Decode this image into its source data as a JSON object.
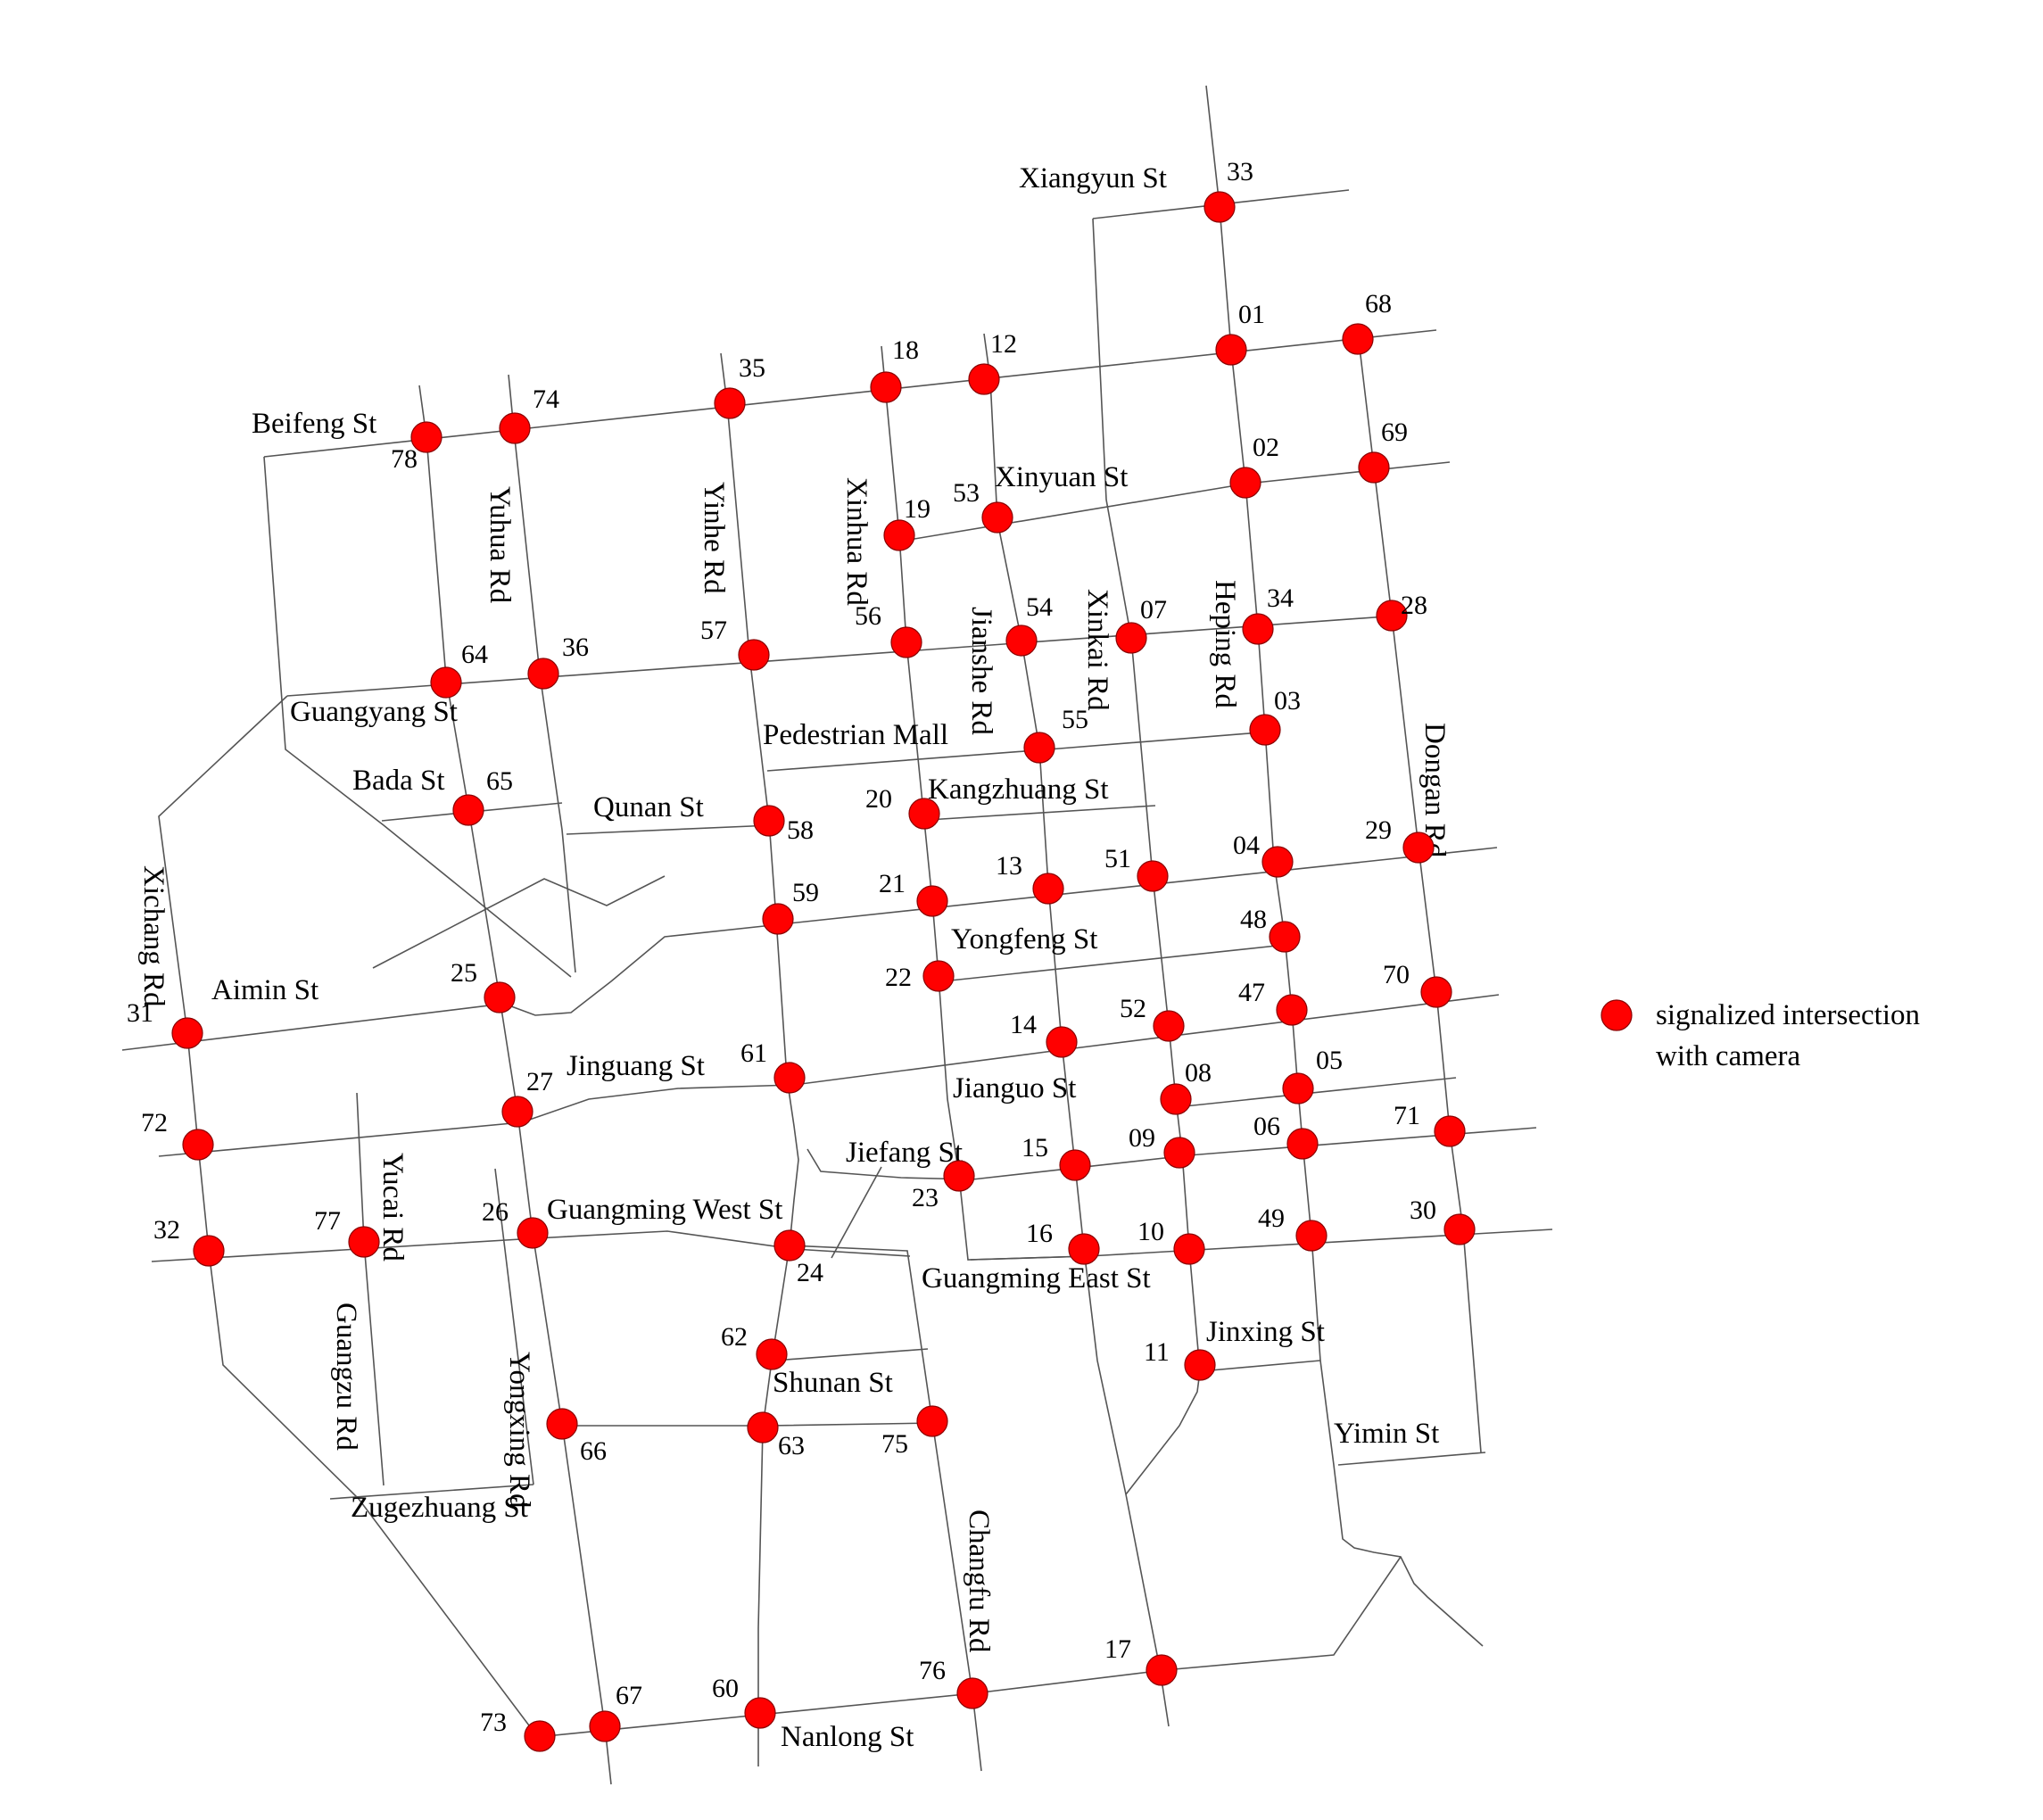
{
  "map": {
    "node_color": "#ff0000",
    "legend": {
      "line1": "signalized intersection",
      "line2": "with camera"
    },
    "intersection_ids": [
      "01",
      "02",
      "03",
      "04",
      "05",
      "06",
      "07",
      "08",
      "09",
      "10",
      "11",
      "12",
      "13",
      "14",
      "15",
      "16",
      "17",
      "18",
      "19",
      "20",
      "21",
      "22",
      "23",
      "24",
      "25",
      "26",
      "27",
      "28",
      "29",
      "30",
      "31",
      "32",
      "33",
      "34",
      "35",
      "36",
      "47",
      "48",
      "49",
      "51",
      "52",
      "53",
      "54",
      "55",
      "56",
      "57",
      "58",
      "59",
      "60",
      "61",
      "62",
      "63",
      "64",
      "65",
      "66",
      "67",
      "68",
      "69",
      "70",
      "71",
      "72",
      "73",
      "74",
      "75",
      "76",
      "77",
      "78"
    ],
    "street_names": {
      "xiangyun": "Xiangyun St",
      "beifeng": "Beifeng St",
      "xinyuan": "Xinyuan St",
      "yuhua": "Yuhua Rd",
      "yinhe": "Yinhe Rd",
      "xinhua": "Xinhua Rd",
      "jianshe": "Jianshe Rd",
      "xinkai": "Xinkai Rd",
      "heping": "Heping Rd",
      "dongan": "Dongan Rd",
      "guangyang": "Guangyang St",
      "pedestrian": "Pedestrian Mall",
      "bada": "Bada St",
      "qunan": "Qunan St",
      "kangzhuang": "Kangzhuang St",
      "xichang": "Xichang Rd",
      "yongfeng": "Yongfeng St",
      "aimin": "Aimin St",
      "jinguang": "Jinguang St",
      "jianguo": "Jianguo St",
      "yucai": "Yucai Rd",
      "jiefang": "Jiefang St",
      "guangming_west": "Guangming West St",
      "guangming_east": "Guangming East St",
      "jinxing": "Jinxing St",
      "guangzu": "Guangzu Rd",
      "yongxing": "Yongxing Rd",
      "shunan": "Shunan St",
      "changfu": "Changfu Rd",
      "yimin": "Yimin St",
      "zugezhuang": "Zugezhuang St",
      "nanlong": "Nanlong St"
    }
  }
}
